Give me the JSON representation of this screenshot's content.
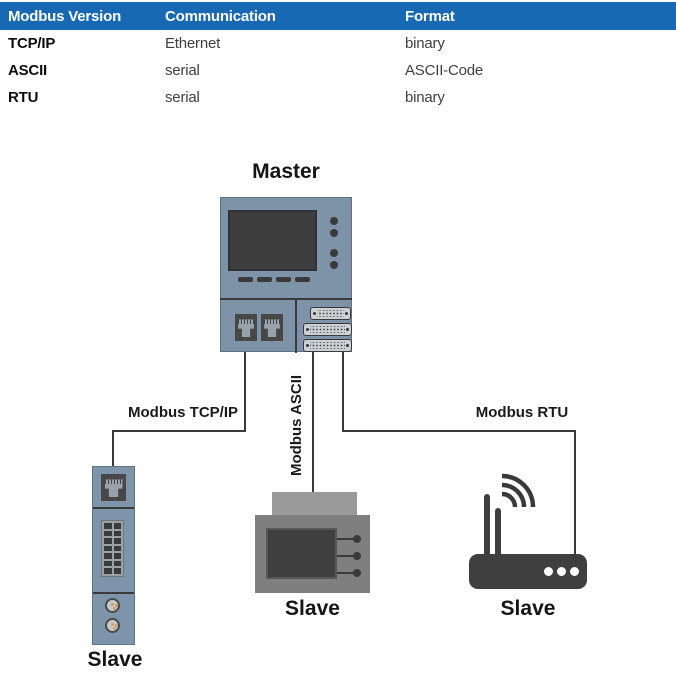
{
  "table": {
    "headers": [
      "Modbus Version",
      "Communication",
      "Format"
    ],
    "rows": [
      [
        "TCP/IP",
        "Ethernet",
        "binary"
      ],
      [
        "ASCII",
        "serial",
        "ASCII-Code"
      ],
      [
        "RTU",
        "serial",
        "binary"
      ]
    ]
  },
  "diagram": {
    "master": {
      "label": "Master"
    },
    "connections": {
      "tcpip": {
        "label": "Modbus TCP/IP"
      },
      "ascii": {
        "label": "Modbus ASCII"
      },
      "rtu": {
        "label": "Modbus RTU"
      }
    },
    "slaves": {
      "gateway": {
        "label": "Slave"
      },
      "hmi": {
        "label": "Slave"
      },
      "router": {
        "label": "Slave"
      }
    },
    "colors": {
      "header_blue": "#1669b2",
      "device_blue": "#7e92a8",
      "line_dark": "#3a3a3a"
    }
  }
}
